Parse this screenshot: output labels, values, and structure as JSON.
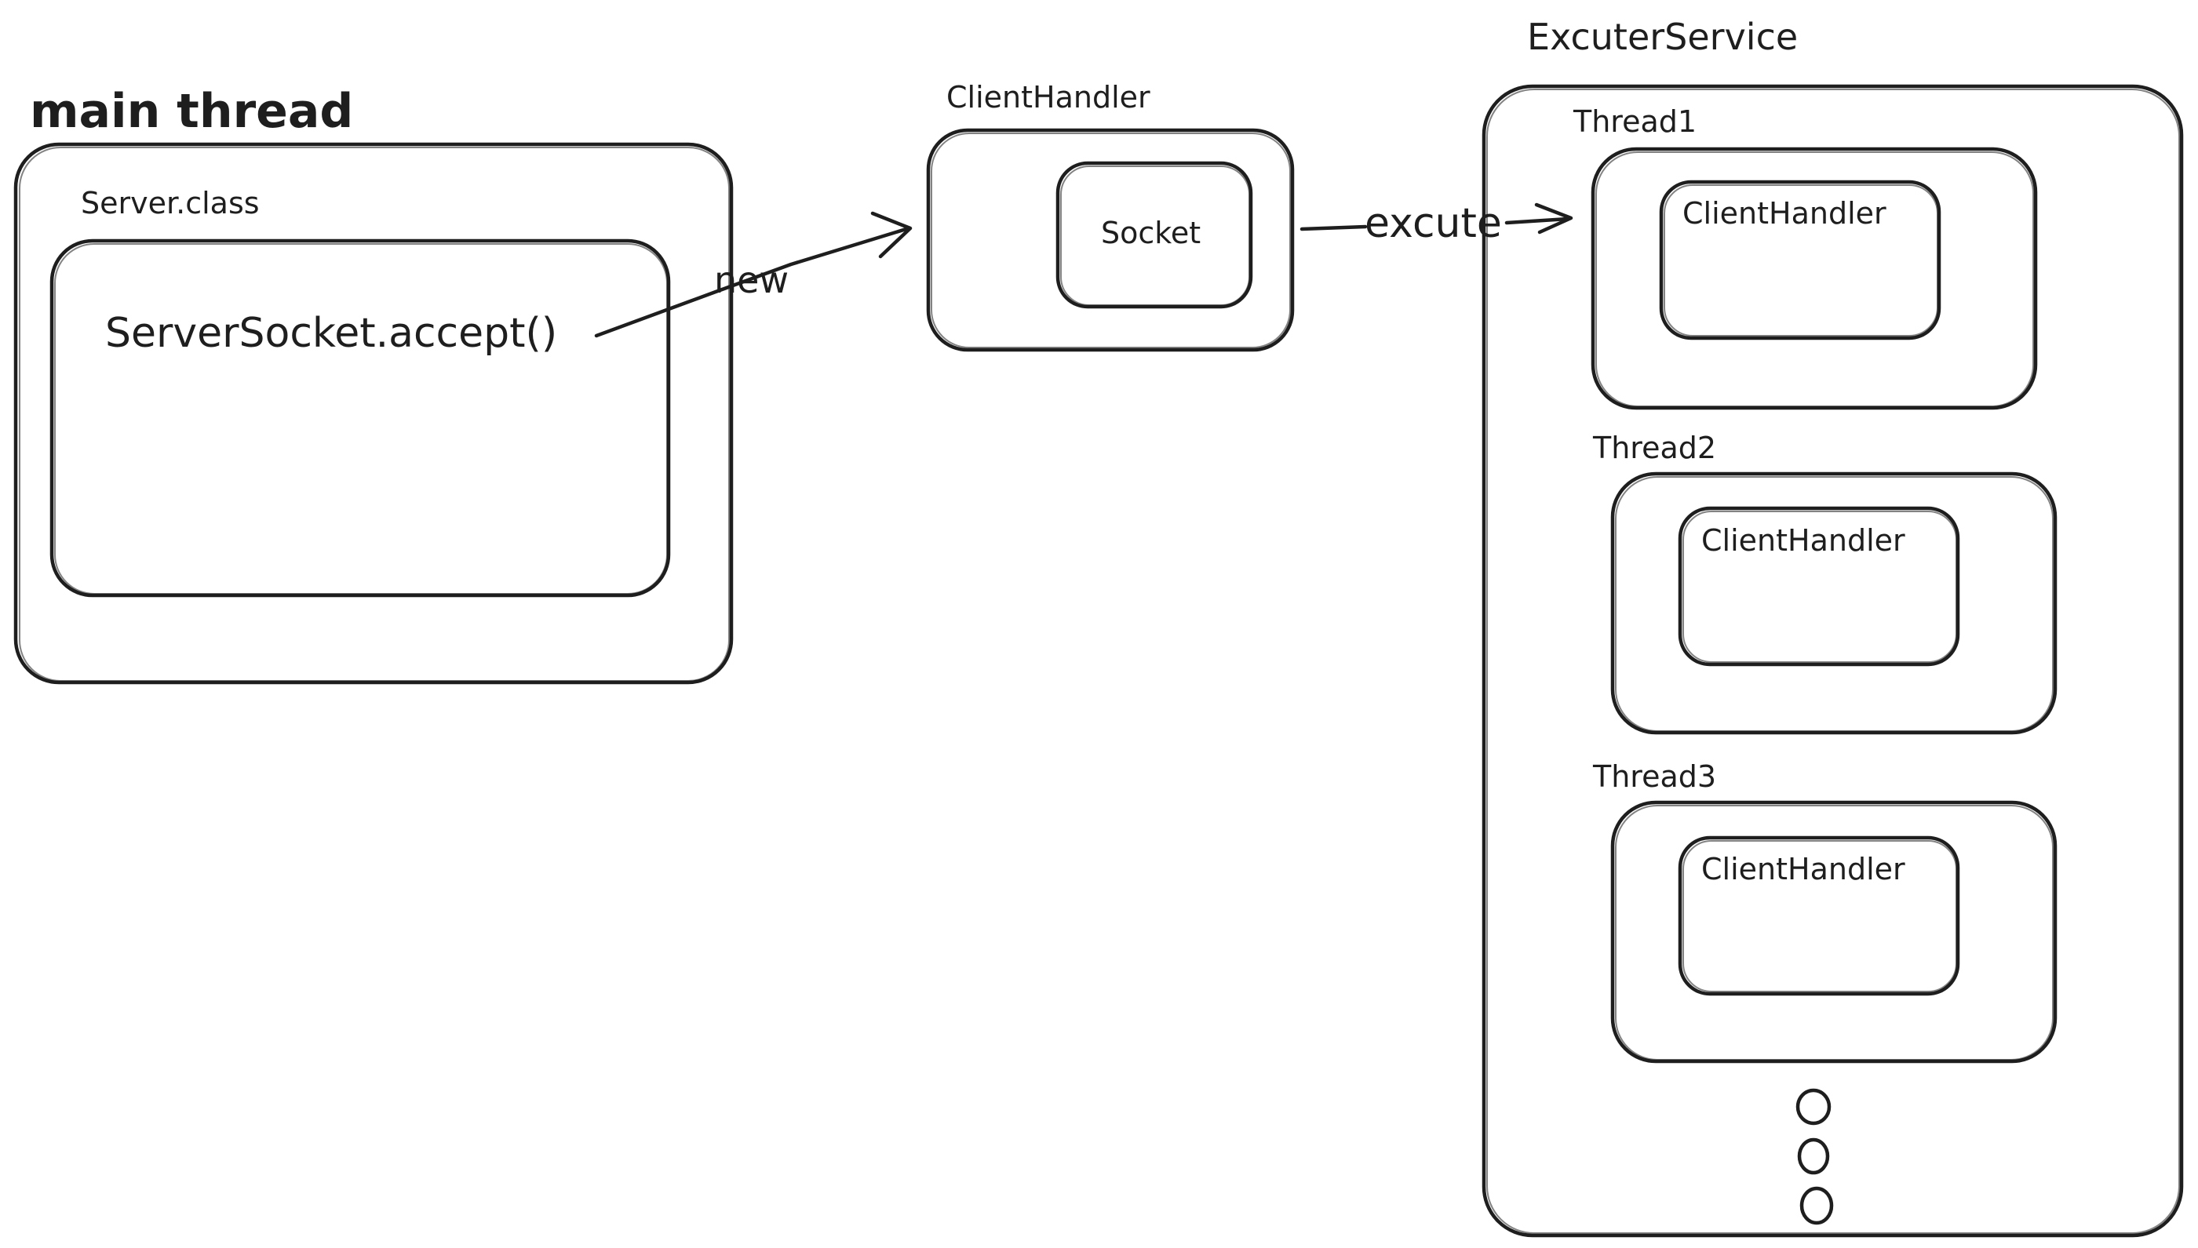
{
  "colors": {
    "stroke": "#1e1e1e",
    "background": "#ffffff"
  },
  "main_thread": {
    "title": "main thread",
    "server_label": "Server.class",
    "accept_call": "ServerSocket.accept()"
  },
  "client_handler": {
    "title": "ClientHandler",
    "socket_label": "Socket"
  },
  "edges": {
    "new_label": "new",
    "execute_label": "excute"
  },
  "executor_service": {
    "title": "ExcuterService",
    "threads": [
      {
        "label": "Thread1",
        "handler_label": "ClientHandler"
      },
      {
        "label": "Thread2",
        "handler_label": "ClientHandler"
      },
      {
        "label": "Thread3",
        "handler_label": "ClientHandler"
      }
    ],
    "more_indicator_icon": "ellipsis-vertical-circles"
  }
}
